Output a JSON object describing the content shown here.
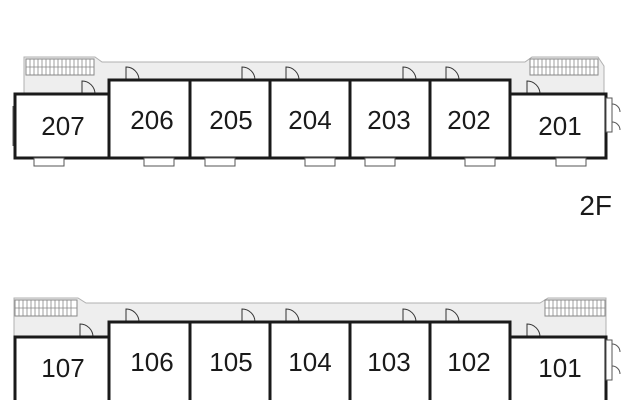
{
  "colors": {
    "wall": "#1a1a1a",
    "corridor": "#eeeeee",
    "corridor_edge": "#b0b0b0",
    "room_fill": "#ffffff",
    "text": "#1a1a1a"
  },
  "floors": [
    {
      "key": "second",
      "label": "2F",
      "rooms": [
        "207",
        "206",
        "205",
        "204",
        "203",
        "202",
        "201"
      ]
    },
    {
      "key": "first",
      "label": "",
      "rooms": [
        "107",
        "106",
        "105",
        "104",
        "103",
        "102",
        "101"
      ]
    }
  ]
}
